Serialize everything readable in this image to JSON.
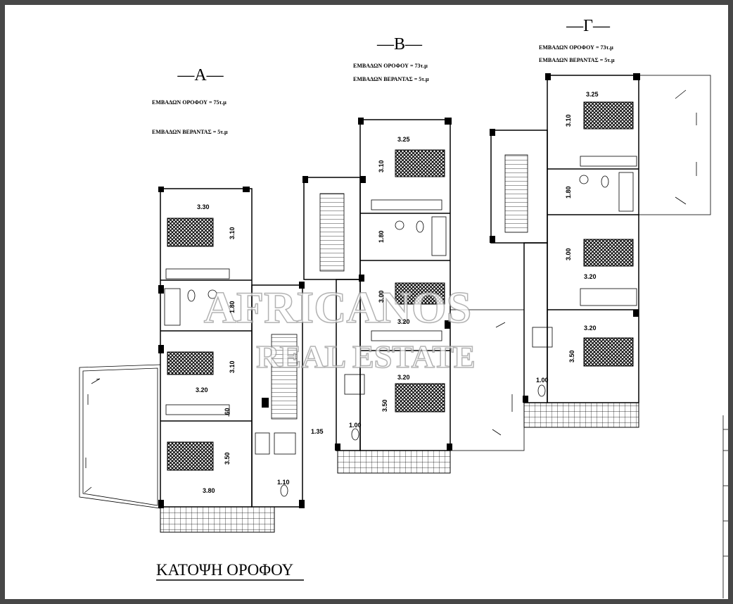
{
  "title": "ΚΑΤΟΨΗ ΟΡΟΦΟΥ",
  "watermark": {
    "line1": "AFRICANOS",
    "line2": "REAL ESTATE"
  },
  "units": [
    {
      "name": "—A—",
      "floor_area": "ΕΜΒΑΔΩΝ ΟΡΟΦΟΥ  = 75τ.μ",
      "veranda_area": "ΕΜΒΑΔΩΝ ΒΕΡΑΝΤΑΣ =  5τ.μ",
      "dims": [
        "3.30",
        "3.10",
        "1.80",
        "3.10",
        "3.20",
        ".60",
        "3.50",
        "3.80",
        "1.10",
        "1.35"
      ]
    },
    {
      "name": "—B—",
      "floor_area": "ΕΜΒΑΔΩΝ ΟΡΟΦΟΥ   = 73τ.μ",
      "veranda_area": "ΕΜΒΑΔΩΝ ΒΕΡΑΝΤΑΣ =  5τ.μ",
      "dims": [
        "3.25",
        "3.10",
        "1.80",
        "3.00",
        "3.20",
        "3.20",
        "3.50",
        "1.00"
      ]
    },
    {
      "name": "—Γ—",
      "floor_area": "ΕΜΒΑΔΩΝ ΟΡΟΦΟΥ  = 73τ.μ",
      "veranda_area": "ΕΜΒΑΔΩΝ ΒΕΡΑΝΤΑΣ = 5τ.μ",
      "dims": [
        "3.25",
        "3.10",
        "1.80",
        "3.00",
        "3.20",
        "3.20",
        "3.50",
        "1.00"
      ]
    }
  ]
}
